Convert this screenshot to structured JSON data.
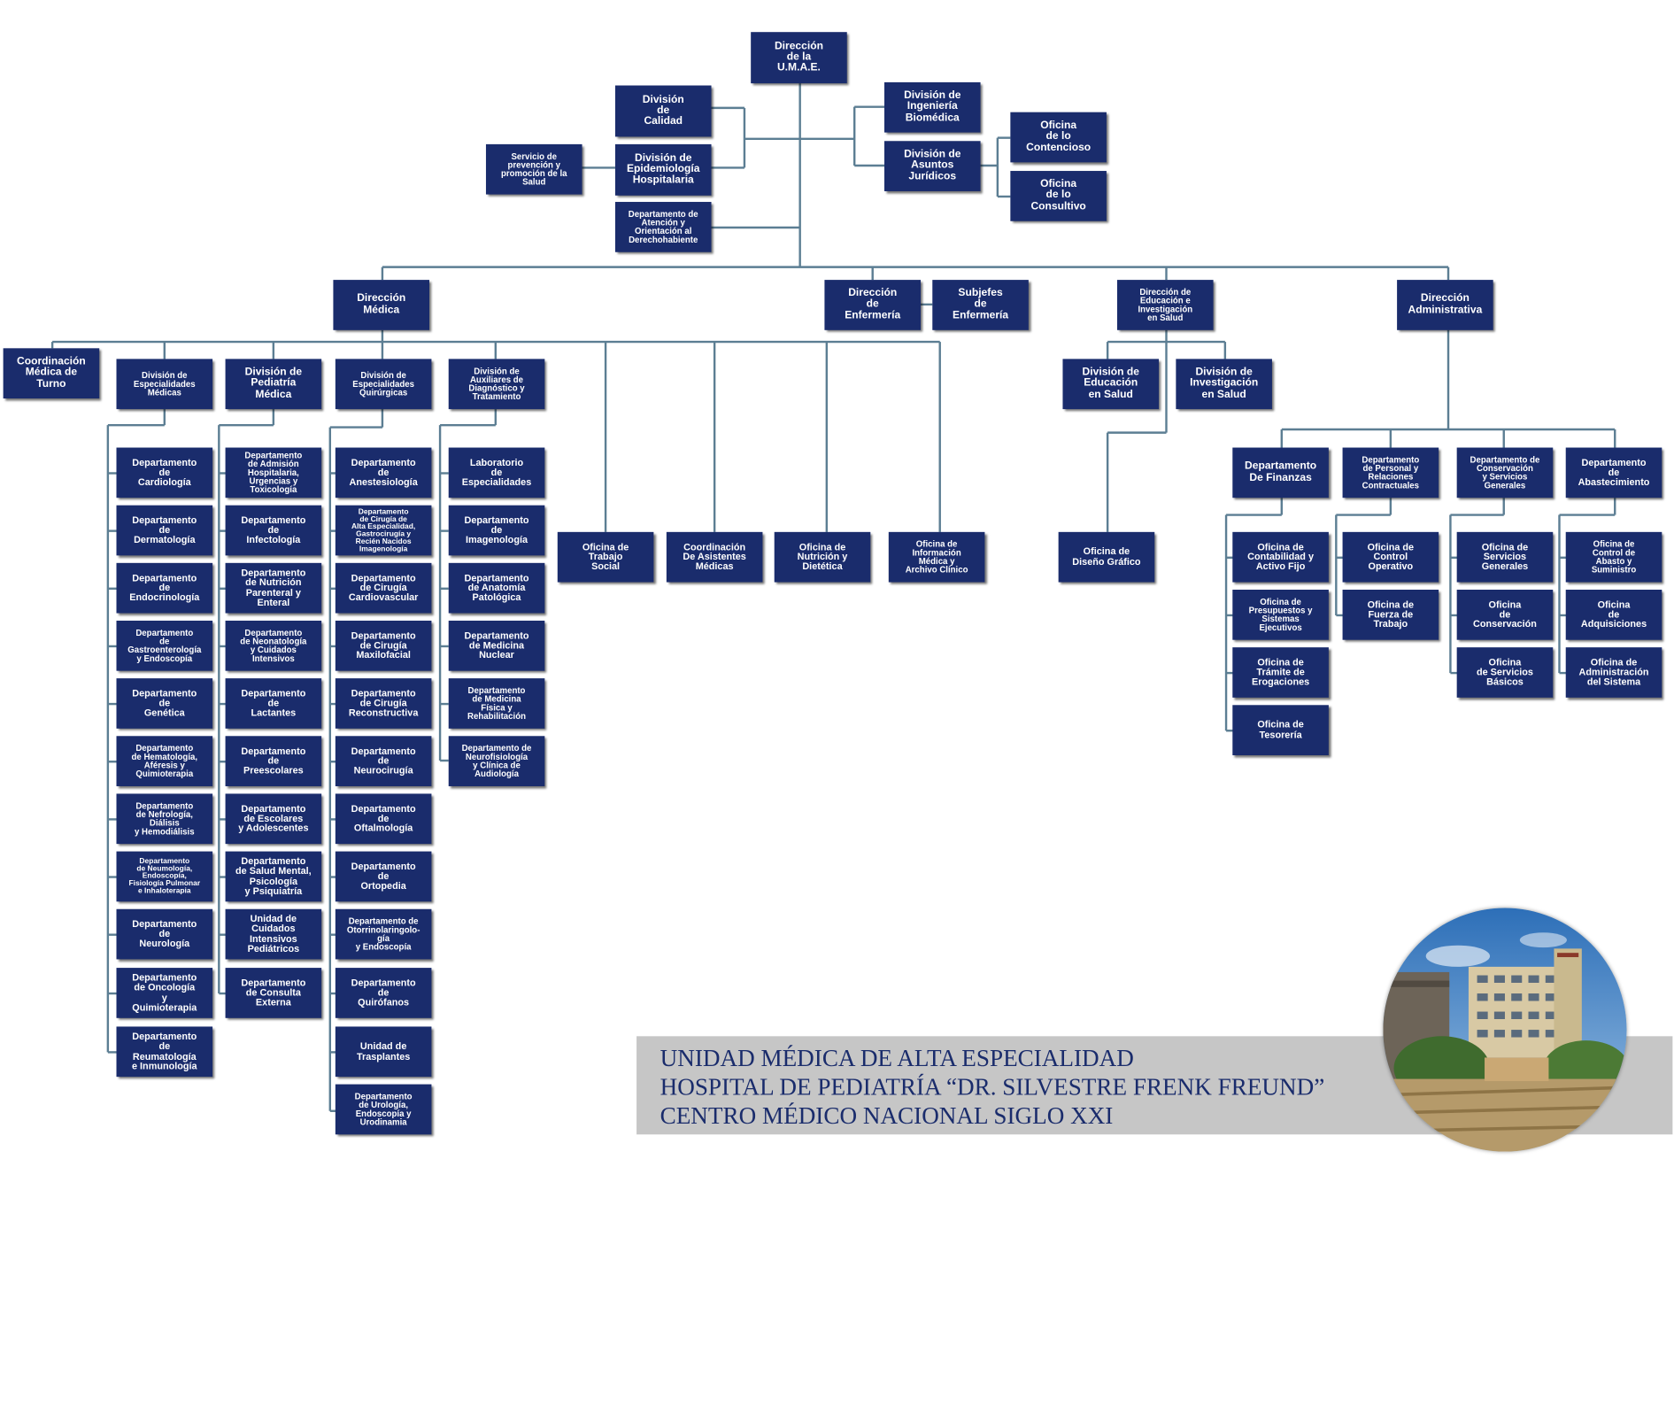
{
  "colors": {
    "box": "#1a2c6c",
    "line": "#5c7e93",
    "banner": "#c6c6c6",
    "banner_text": "#1a2c6c"
  },
  "units": [
    {
      "id": "umae",
      "label": "Dirección\nde la\nU.M.A.E."
    },
    {
      "id": "div_calidad",
      "label": "División\nde\nCalidad"
    },
    {
      "id": "div_epidemiologia",
      "label": "División de\nEpidemiología\nHospitalaria"
    },
    {
      "id": "depto_atencion",
      "label": "Departamento de\nAtención y\nOrientación al\nDerechohabiente"
    },
    {
      "id": "serv_prevencion",
      "label": "Servicio de\nprevención y\npromoción de la\nSalud"
    },
    {
      "id": "div_ingenieria",
      "label": "División de\nIngeniería\nBiomédica"
    },
    {
      "id": "div_asuntos",
      "label": "División de\nAsuntos\nJurídicos"
    },
    {
      "id": "of_contencioso",
      "label": "Oficina\nde lo\nContencioso"
    },
    {
      "id": "of_consultivo",
      "label": "Oficina\nde lo\nConsultivo"
    },
    {
      "id": "dir_medica",
      "label": "Dirección\nMédica"
    },
    {
      "id": "dir_enfermeria",
      "label": "Dirección\nde\nEnfermería"
    },
    {
      "id": "subjefes",
      "label": "Subjefes\nde\nEnfermería"
    },
    {
      "id": "dir_educacion",
      "label": "Dirección de\nEducación e\nInvestigación\nen Salud"
    },
    {
      "id": "dir_administrativa",
      "label": "Dirección\nAdministrativa"
    },
    {
      "id": "coord_turno",
      "label": "Coordinación\nMédica de\nTurno"
    },
    {
      "id": "div_especialidades_med",
      "label": "División de\nEspecialidades\nMédicas"
    },
    {
      "id": "div_pediatria",
      "label": "División de\nPediatría\nMédica"
    },
    {
      "id": "div_quirurgicas",
      "label": "División de\nEspecialidades\nQuirúrgicas"
    },
    {
      "id": "div_auxiliares",
      "label": "División de\nAuxiliares de\nDiagnóstico y\nTratamiento"
    },
    {
      "id": "of_trabajo_social",
      "label": "Oficina de\nTrabajo\nSocial"
    },
    {
      "id": "coord_asistentes",
      "label": "Coordinación\nDe Asistentes\nMédicas"
    },
    {
      "id": "of_nutricion",
      "label": "Oficina de\nNutrición y\nDietética"
    },
    {
      "id": "of_informacion",
      "label": "Oficina de\nInformación\nMédica y\nArchivo Clínico"
    },
    {
      "id": "div_educacion",
      "label": "División de\nEducación\nen Salud"
    },
    {
      "id": "div_investigacion",
      "label": "División de\nInvestigación\nen Salud"
    },
    {
      "id": "of_diseno",
      "label": "Oficina de\nDiseño Gráfico"
    },
    {
      "id": "d_cardiologia",
      "label": "Departamento\nde\nCardiología"
    },
    {
      "id": "d_dermatologia",
      "label": "Departamento\nde\nDermatología"
    },
    {
      "id": "d_endocrinologia",
      "label": "Departamento\nde\nEndocrinología"
    },
    {
      "id": "d_gastro",
      "label": "Departamento\nde\nGastroenterología\ny Endoscopía"
    },
    {
      "id": "d_genetica",
      "label": "Departamento\nde\nGenética"
    },
    {
      "id": "d_hematologia",
      "label": "Departamento\nde Hematología,\nAféresis y\nQuimioterapia"
    },
    {
      "id": "d_nefrologia",
      "label": "Departamento\nde Nefrología,\nDiálisis\ny Hemodiálisis"
    },
    {
      "id": "d_neumologia",
      "label": "Departamento\nde Neumología,\nEndoscopía,\nFisiología Pulmonar\ne Inhaloterapia"
    },
    {
      "id": "d_neurologia",
      "label": "Departamento\nde\nNeurología"
    },
    {
      "id": "d_oncologia",
      "label": "Departamento\nde Oncología\ny\nQuimioterapia"
    },
    {
      "id": "d_reumatologia",
      "label": "Departamento\nde\nReumatología\ne Inmunología"
    },
    {
      "id": "d_admision",
      "label": "Departamento\nde Admisión\nHospitalaria,\nUrgencias y\nToxicología"
    },
    {
      "id": "d_infectologia",
      "label": "Departamento\nde\nInfectología"
    },
    {
      "id": "d_nutricion_par",
      "label": "Departamento\nde Nutrición\nParenteral y\nEnteral"
    },
    {
      "id": "d_neonatologia",
      "label": "Departamento\nde Neonatología\ny Cuidados\nIntensivos"
    },
    {
      "id": "d_lactantes",
      "label": "Departamento\nde\nLactantes"
    },
    {
      "id": "d_preescolares",
      "label": "Departamento\nde\nPreescolares"
    },
    {
      "id": "d_escolares",
      "label": "Departamento\nde Escolares\ny Adolescentes"
    },
    {
      "id": "d_salud_mental",
      "label": "Departamento\nde Salud Mental,\nPsicología\ny Psiquiatría"
    },
    {
      "id": "u_cuidados",
      "label": "Unidad de\nCuidados\nIntensivos\nPediátricos"
    },
    {
      "id": "d_consulta",
      "label": "Departamento\nde Consulta\nExterna"
    },
    {
      "id": "d_anestesiologia",
      "label": "Departamento\nde\nAnestesiología"
    },
    {
      "id": "d_cirugia_alta",
      "label": "Departamento\nde Cirugía de\nAlta Especialidad,\nGastrocirugía y\nRecién Nacidos\nImagenología"
    },
    {
      "id": "d_cardiovascular",
      "label": "Departamento\nde Cirugía\nCardiovascular"
    },
    {
      "id": "d_maxilofacial",
      "label": "Departamento\nde Cirugía\nMaxilofacial"
    },
    {
      "id": "d_reconstructiva",
      "label": "Departamento\nde Cirugía\nReconstructiva"
    },
    {
      "id": "d_neurocirugia",
      "label": "Departamento\nde\nNeurocirugía"
    },
    {
      "id": "d_oftalmologia",
      "label": "Departamento\nde\nOftalmología"
    },
    {
      "id": "d_ortopedia",
      "label": "Departamento\nde\nOrtopedia"
    },
    {
      "id": "d_otorrino",
      "label": "Departamento de\nOtorrinolaringolo-\ngía\ny Endoscopía"
    },
    {
      "id": "d_quirofanos",
      "label": "Departamento\nde\nQuirófanos"
    },
    {
      "id": "u_trasplantes",
      "label": "Unidad de\nTrasplantes"
    },
    {
      "id": "d_urologia",
      "label": "Departamento\nde Urología,\nEndoscopía y\nUrodinamia"
    },
    {
      "id": "lab_especialidades",
      "label": "Laboratorio\nde\nEspecialidades"
    },
    {
      "id": "d_imagenologia",
      "label": "Departamento\nde\nImagenología"
    },
    {
      "id": "d_anatomia",
      "label": "Departamento\nde Anatomía\nPatológica"
    },
    {
      "id": "d_med_nuclear",
      "label": "Departamento\nde Medicina\nNuclear"
    },
    {
      "id": "d_med_fisica",
      "label": "Departamento\nde Medicina\nFísica y\nRehabilitación"
    },
    {
      "id": "d_neurofisiologia",
      "label": "Departamento de\nNeurofisiología\ny Clínica de\nAudiología"
    },
    {
      "id": "d_finanzas",
      "label": "Departamento\nDe Finanzas"
    },
    {
      "id": "d_personal",
      "label": "Departamento\nde Personal y\nRelaciones\nContractuales"
    },
    {
      "id": "d_conservacion",
      "label": "Departamento de\nConservación\ny Servicios\nGenerales"
    },
    {
      "id": "d_abastecimiento",
      "label": "Departamento\nde\nAbastecimiento"
    },
    {
      "id": "of_contabilidad",
      "label": "Oficina de\nContabilidad y\nActivo Fijo"
    },
    {
      "id": "of_presupuestos",
      "label": "Oficina de\nPresupuestos y\nSistemas\nEjecutivos"
    },
    {
      "id": "of_tramite",
      "label": "Oficina de\nTrámite de\nErogaciones"
    },
    {
      "id": "of_tesoreria",
      "label": "Oficina de\nTesorería"
    },
    {
      "id": "of_control_op",
      "label": "Oficina de\nControl\nOperativo"
    },
    {
      "id": "of_fuerza",
      "label": "Oficina de\nFuerza de\nTrabajo"
    },
    {
      "id": "of_serv_generales",
      "label": "Oficina de\nServicios\nGenerales"
    },
    {
      "id": "of_conservacion",
      "label": "Oficina\nde\nConservación"
    },
    {
      "id": "of_serv_basicos",
      "label": "Oficina\nde Servicios\nBásicos"
    },
    {
      "id": "of_control_abasto",
      "label": "Oficina de\nControl de\nAbasto y\nSuministro"
    },
    {
      "id": "of_adquisiciones",
      "label": "Oficina\nde\nAdquisiciones"
    },
    {
      "id": "of_admin_sistema",
      "label": "Oficina de\nAdministración\ndel Sistema"
    }
  ],
  "banner": {
    "line1": "UNIDAD MÉDICA DE ALTA ESPECIALIDAD",
    "line2": "HOSPITAL DE PEDIATRÍA “DR. SILVESTRE FRENK FREUND”",
    "line3": "CENTRO MÉDICO NACIONAL SIGLO XXI"
  }
}
